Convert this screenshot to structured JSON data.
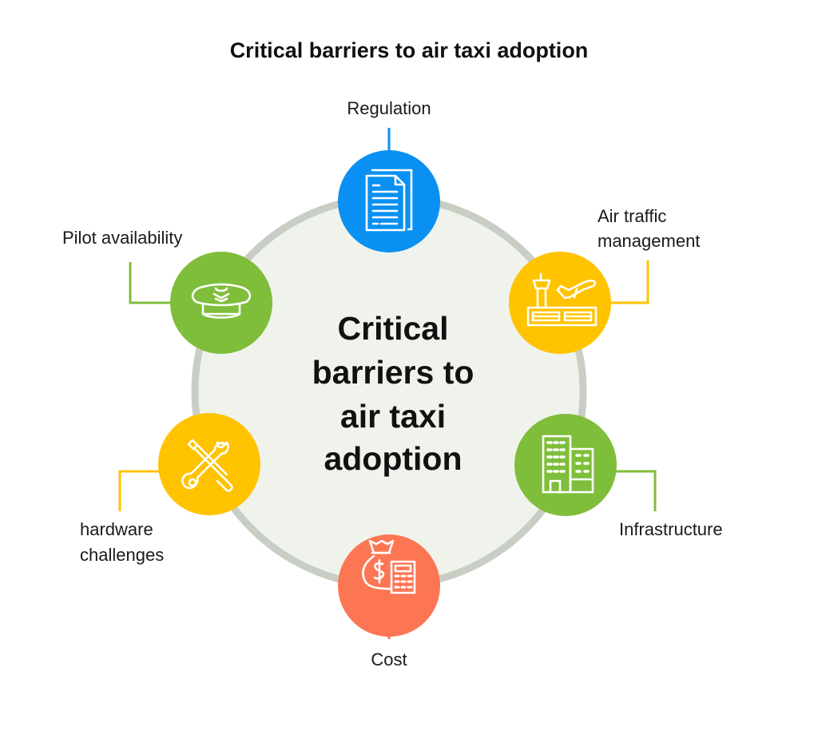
{
  "title": "Critical barriers to air taxi adoption",
  "center_lines": [
    "Critical",
    "barriers to",
    "air taxi",
    "adoption"
  ],
  "colors": {
    "blue": "#0a90f2",
    "yellow": "#ffc300",
    "green": "#7fbe3b",
    "orange": "#fd7654",
    "ring": "#c9cec5",
    "ring_fill": "#f0f3ec"
  },
  "barriers": [
    {
      "label_lines": [
        "Regulation"
      ],
      "icon": "document-icon",
      "color": "#0a90f2"
    },
    {
      "label_lines": [
        "Air traffic",
        "management"
      ],
      "icon": "airport-tower-plane-icon",
      "color": "#ffc300"
    },
    {
      "label_lines": [
        "Infrastructure"
      ],
      "icon": "buildings-icon",
      "color": "#7fbe3b"
    },
    {
      "label_lines": [
        "Cost"
      ],
      "icon": "money-bag-calculator-icon",
      "color": "#fd7654"
    },
    {
      "label_lines": [
        "hardware",
        "challenges"
      ],
      "icon": "wrench-screwdriver-icon",
      "color": "#ffc300"
    },
    {
      "label_lines": [
        "Pilot availability"
      ],
      "icon": "pilot-cap-icon",
      "color": "#7fbe3b"
    }
  ]
}
